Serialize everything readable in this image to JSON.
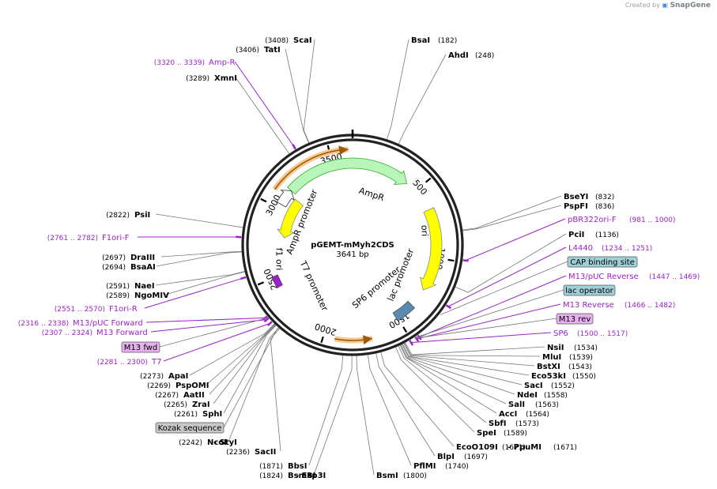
{
  "credit": {
    "prefix": "Created by",
    "brand": "SnapGene"
  },
  "plasmid": {
    "name": "pGEMT-mMyh2CDS",
    "length_label": "3641 bp"
  },
  "tick_labels": [
    {
      "text": "500",
      "key": "t500"
    },
    {
      "text": "1000",
      "key": "t1000"
    },
    {
      "text": "1500",
      "key": "t1500"
    },
    {
      "text": "2000",
      "key": "t2000"
    },
    {
      "text": "2500",
      "key": "t2500"
    },
    {
      "text": "3000",
      "key": "t3000"
    },
    {
      "text": "3500",
      "key": "t3500"
    }
  ],
  "features": [
    {
      "key": "ampr",
      "label": "AmpR",
      "color": "#b8f5b8"
    },
    {
      "key": "ori",
      "label": "ori",
      "color": "#ffff00"
    },
    {
      "key": "f1ori",
      "label": "f1 ori",
      "color": "#ffff00"
    },
    {
      "key": "amprprom",
      "label": "AmpR promoter",
      "color": "#ffffff"
    },
    {
      "key": "t7prom",
      "label": "T7 promoter",
      "color": "#ffffff"
    },
    {
      "key": "sp6prom",
      "label": "SP6 promoter",
      "color": "#ffffff"
    },
    {
      "key": "lacprom",
      "label": "lac promoter",
      "color": "#ffffff"
    }
  ],
  "enzymes": [
    {
      "key": "scai",
      "name": "ScaI",
      "pos": "(3408)"
    },
    {
      "key": "tati",
      "name": "TatI",
      "pos": "(3406)"
    },
    {
      "key": "xmni",
      "name": "XmnI",
      "pos": "(3289)"
    },
    {
      "key": "bsai",
      "name": "BsaI",
      "pos": "(182)"
    },
    {
      "key": "ahdi",
      "name": "AhdI",
      "pos": "(248)"
    },
    {
      "key": "bseyi",
      "name": "BseYI",
      "pos": "(832)"
    },
    {
      "key": "pspfi",
      "name": "PspFI",
      "pos": "(836)"
    },
    {
      "key": "pcii",
      "name": "PciI",
      "pos": "(1136)"
    },
    {
      "key": "psii",
      "name": "PsiI",
      "pos": "(2822)"
    },
    {
      "key": "draiii",
      "name": "DraIII",
      "pos": "(2697)"
    },
    {
      "key": "bsaai",
      "name": "BsaAI",
      "pos": "(2694)"
    },
    {
      "key": "naei",
      "name": "NaeI",
      "pos": "(2591)"
    },
    {
      "key": "ngomiv",
      "name": "NgoMIV",
      "pos": "(2589)"
    },
    {
      "key": "nsii",
      "name": "NsiI",
      "pos": "(1534)"
    },
    {
      "key": "mlui",
      "name": "MluI",
      "pos": "(1539)"
    },
    {
      "key": "bstxi",
      "name": "BstXI",
      "pos": "(1543)"
    },
    {
      "key": "eco53ki",
      "name": "Eco53kI",
      "pos": "(1550)"
    },
    {
      "key": "saci",
      "name": "SacI",
      "pos": "(1552)"
    },
    {
      "key": "ndei",
      "name": "NdeI",
      "pos": "(1558)"
    },
    {
      "key": "sali",
      "name": "SalI",
      "pos": "(1563)"
    },
    {
      "key": "acci",
      "name": "AccI",
      "pos": "(1564)"
    },
    {
      "key": "sbfi",
      "name": "SbfI",
      "pos": "(1573)"
    },
    {
      "key": "spei",
      "name": "SpeI",
      "pos": "(1589)"
    },
    {
      "key": "ecoo109i",
      "name": "EcoO109I",
      "pos": "(1671)"
    },
    {
      "key": "ppumi",
      "name": "- PpuMI",
      "pos": ""
    },
    {
      "key": "blpi",
      "name": "BlpI",
      "pos": "(1697)"
    },
    {
      "key": "pflmi",
      "name": "PflMI",
      "pos": "(1740)"
    },
    {
      "key": "bsmi",
      "name": "BsmI",
      "pos": "(1800)"
    },
    {
      "key": "bbsi",
      "name": "BbsI",
      "pos": "(1871)"
    },
    {
      "key": "bsmbi",
      "name": "BsmBI",
      "pos": "(1824)"
    },
    {
      "key": "esp3i",
      "name": "- Esp3I",
      "pos": ""
    },
    {
      "key": "ncoi",
      "name": "NcoI",
      "pos": "(2242)"
    },
    {
      "key": "styi",
      "name": "- StyI",
      "pos": ""
    },
    {
      "key": "sacii",
      "name": "SacII",
      "pos": "(2236)"
    },
    {
      "key": "apai",
      "name": "ApaI",
      "pos": "(2273)"
    },
    {
      "key": "pspomi",
      "name": "PspOMI",
      "pos": "(2269)"
    },
    {
      "key": "aatii",
      "name": "AatII",
      "pos": "(2267)"
    },
    {
      "key": "zrai",
      "name": "ZraI",
      "pos": "(2265)"
    },
    {
      "key": "sphi",
      "name": "SphI",
      "pos": "(2261)"
    }
  ],
  "primers": [
    {
      "key": "ampr_p",
      "name": "Amp-R",
      "range": "(3320 .. 3339)"
    },
    {
      "key": "f1orif",
      "name": "F1ori-F",
      "range": "(2761 .. 2782)"
    },
    {
      "key": "f1orir",
      "name": "F1ori-R",
      "range": "(2551 .. 2570)"
    },
    {
      "key": "m13puc_fwd",
      "name": "M13/pUC Forward",
      "range": "(2316 .. 2338)"
    },
    {
      "key": "m13_fwd",
      "name": "M13 Forward",
      "range": "(2307 .. 2324)"
    },
    {
      "key": "t7",
      "name": "T7",
      "range": "(2281 .. 2300)"
    },
    {
      "key": "pbr322",
      "name": "pBR322ori-F",
      "range": "(981 .. 1000)"
    },
    {
      "key": "l4440",
      "name": "L4440",
      "range": "(1234 .. 1251)"
    },
    {
      "key": "m13puc_rev",
      "name": "M13/pUC Reverse",
      "range": "(1447 .. 1469)"
    },
    {
      "key": "m13rev_p",
      "name": "M13 Reverse",
      "range": "(1466 .. 1482)"
    },
    {
      "key": "sp6",
      "name": "SP6",
      "range": "(1500 .. 1517)"
    }
  ],
  "boxed_labels": [
    {
      "key": "m13fwd_box",
      "text": "M13 fwd",
      "fill": "#e8b0f0"
    },
    {
      "key": "kozak_box",
      "text": "Kozak sequence",
      "fill": "#c8c8c8"
    },
    {
      "key": "cap_box",
      "text": "CAP binding site",
      "fill": "#9fd0d8"
    },
    {
      "key": "lacop_box",
      "text": "lac operator",
      "fill": "#9fd0d8"
    },
    {
      "key": "m13rev_box",
      "text": "M13 rev",
      "fill": "#e8b0f0"
    }
  ]
}
